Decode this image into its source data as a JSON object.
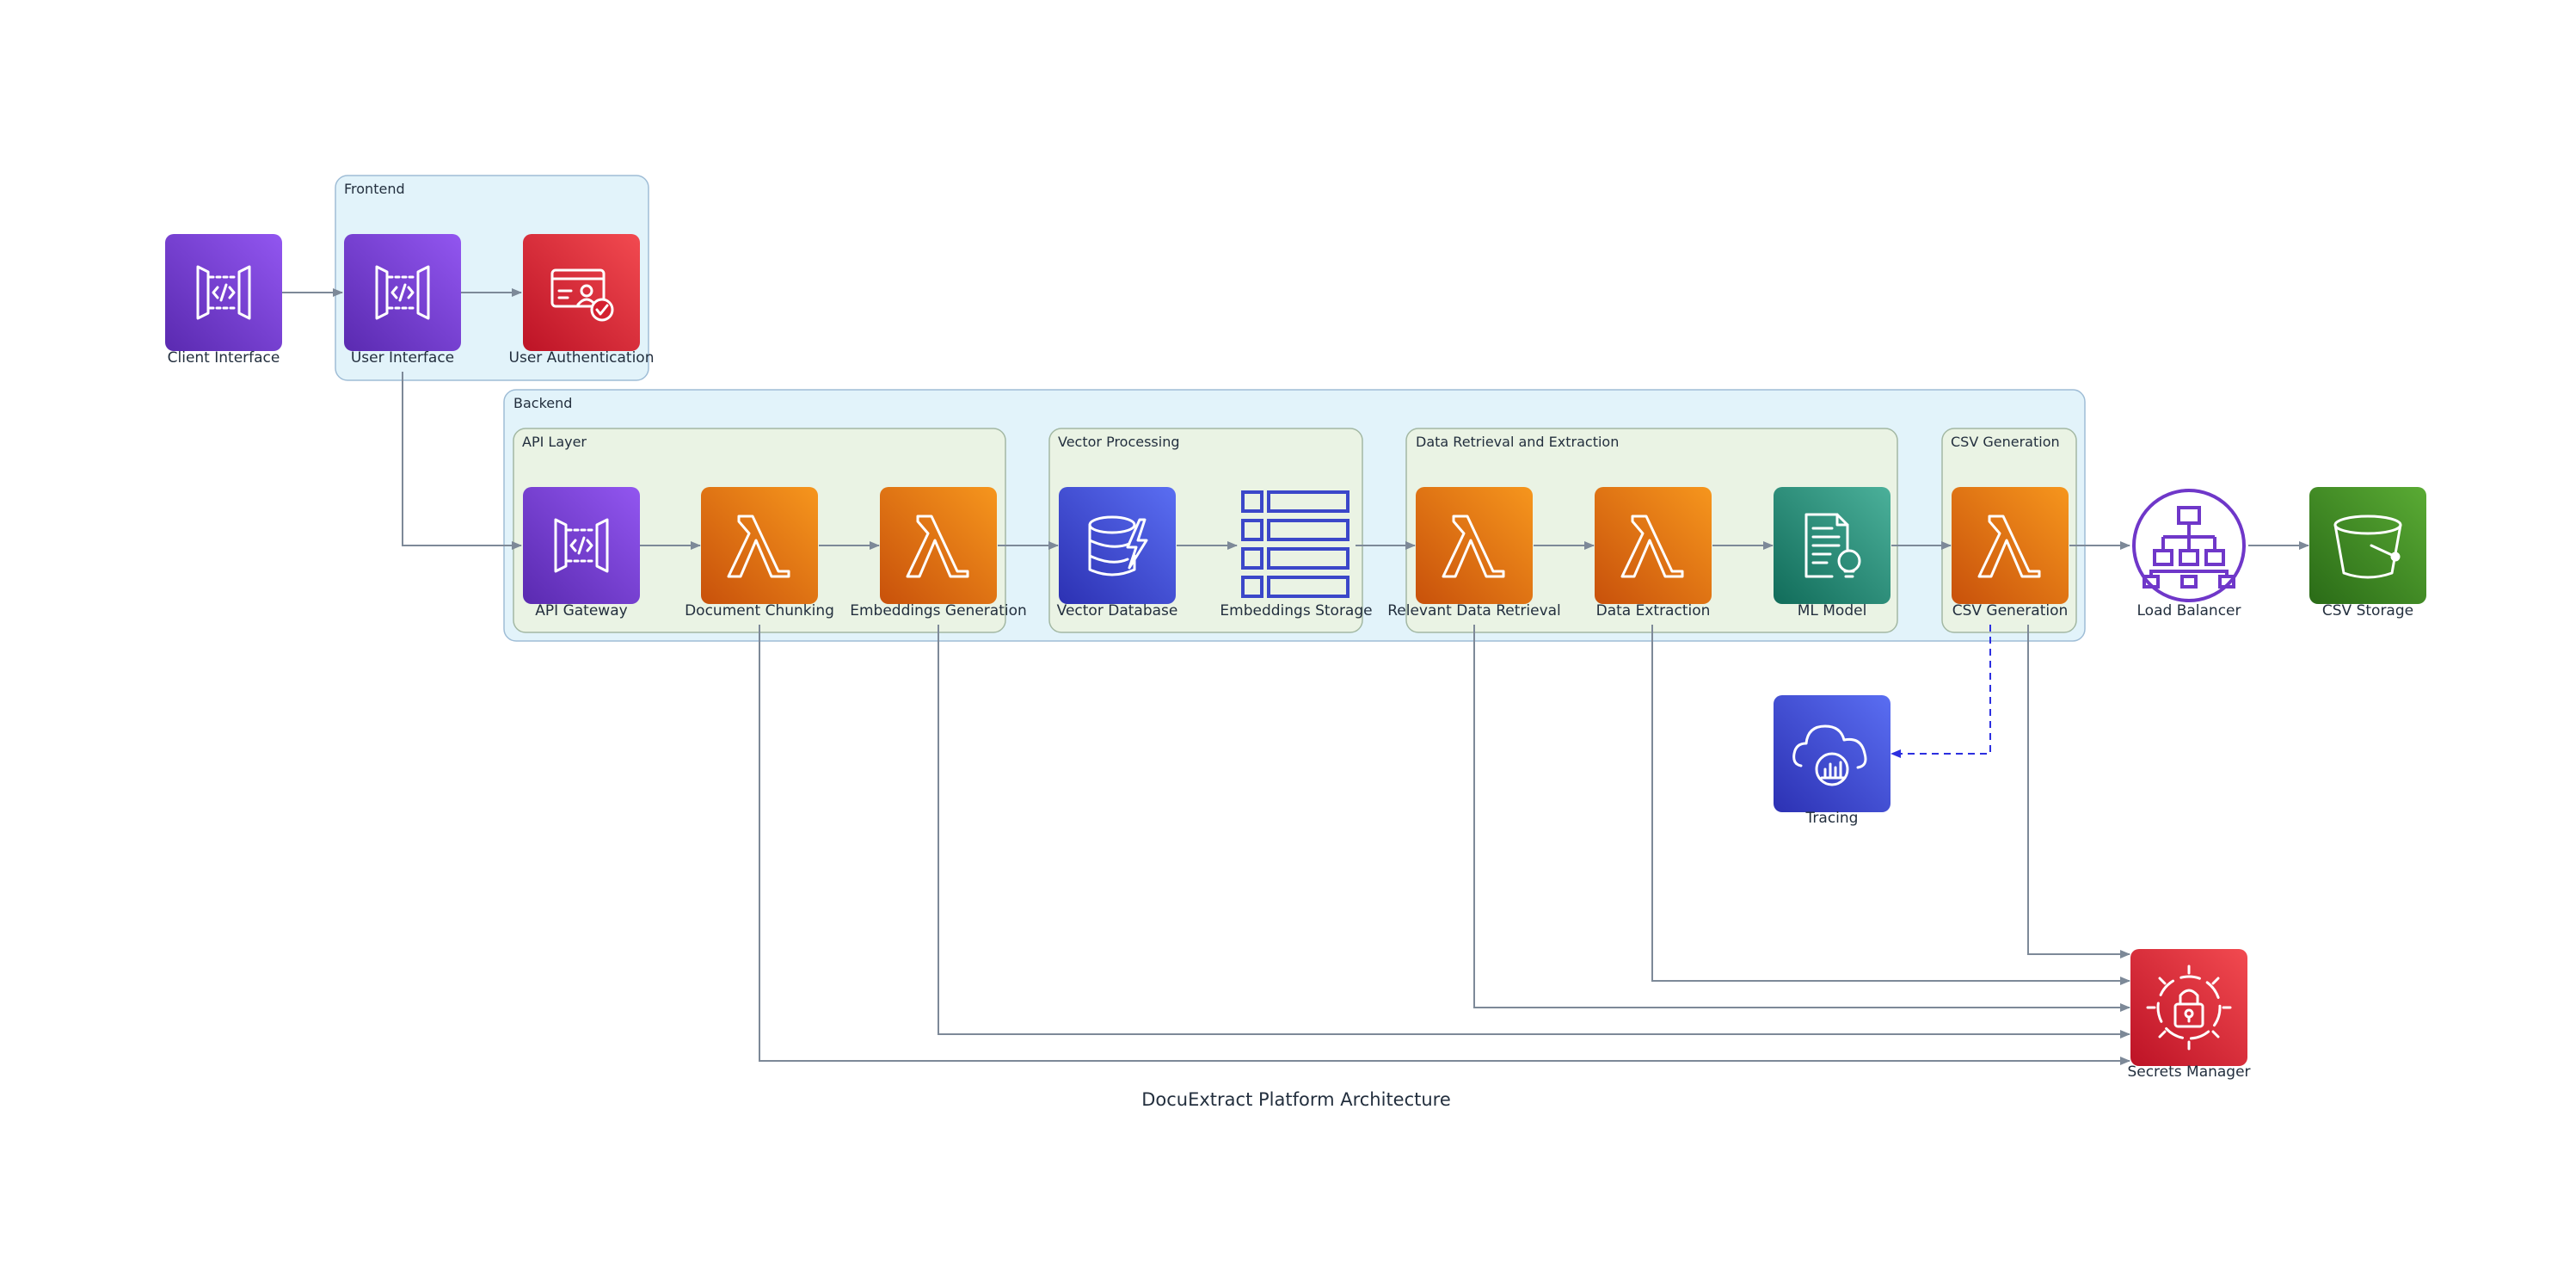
{
  "diagram": {
    "title": "DocuExtract Platform Architecture",
    "groups": {
      "frontend": "Frontend",
      "backend": "Backend",
      "api_layer": "API Layer",
      "vector_processing": "Vector Processing",
      "data_retrieval": "Data Retrieval and Extraction",
      "csv_generation": "CSV Generation"
    },
    "nodes": {
      "client_interface": "Client Interface",
      "user_interface": "User Interface",
      "user_authentication": "User Authentication",
      "api_gateway": "API Gateway",
      "document_chunking": "Document Chunking",
      "embeddings_generation": "Embeddings Generation",
      "vector_database": "Vector Database",
      "embeddings_storage": "Embeddings Storage",
      "relevant_data_retrieval": "Relevant Data Retrieval",
      "data_extraction": "Data Extraction",
      "ml_model": "ML Model",
      "csv_generation_fn": "CSV Generation",
      "load_balancer": "Load Balancer",
      "csv_storage": "CSV Storage",
      "tracing": "Tracing",
      "secrets_manager": "Secrets Manager"
    },
    "icons": {
      "client_interface": "api-gateway-icon",
      "user_interface": "api-gateway-icon",
      "user_authentication": "identity-icon",
      "api_gateway": "api-gateway-icon",
      "document_chunking": "lambda-icon",
      "embeddings_generation": "lambda-icon",
      "vector_database": "database-icon",
      "embeddings_storage": "table-icon",
      "relevant_data_retrieval": "lambda-icon",
      "data_extraction": "lambda-icon",
      "ml_model": "ml-document-icon",
      "csv_generation_fn": "lambda-icon",
      "load_balancer": "load-balancer-icon",
      "csv_storage": "bucket-icon",
      "tracing": "cloud-chart-icon",
      "secrets_manager": "lock-icon"
    },
    "colors": {
      "purple": "#6f37c9",
      "red": "#d4202f",
      "orange": "#e46e0e",
      "blue": "#3b47c9",
      "teal": "#1f8772",
      "green": "#3c8a23",
      "edge": "#7d8998",
      "tracing_edge": "#2c2fe0",
      "group_outer": "#e2f3fa",
      "group_inner": "#eaf3e4"
    }
  }
}
